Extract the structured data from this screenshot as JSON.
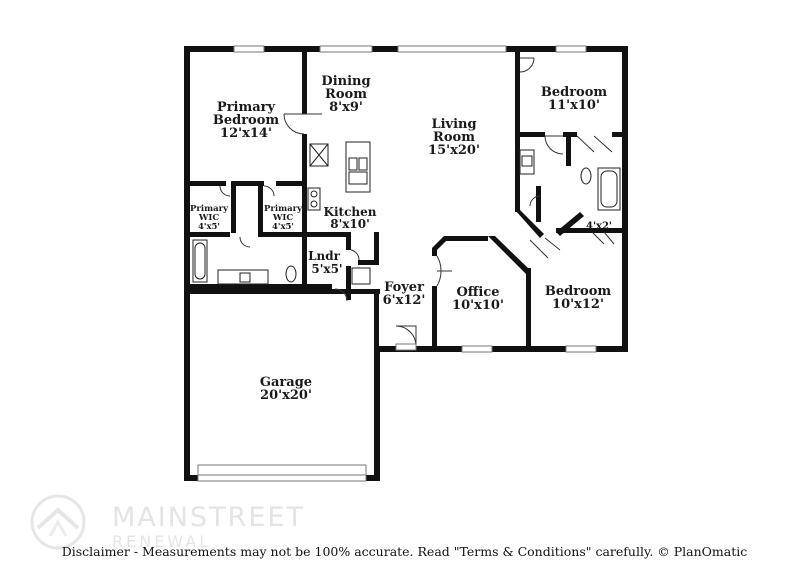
{
  "rooms": [
    {
      "id": "primary-bedroom",
      "name_lines": [
        "Primary",
        "Bedroom"
      ],
      "size": "12'x14'"
    },
    {
      "id": "dining-room",
      "name_lines": [
        "Dining",
        "Room"
      ],
      "size": "8'x9'"
    },
    {
      "id": "living-room",
      "name_lines": [
        "Living",
        "Room"
      ],
      "size": "15'x20'"
    },
    {
      "id": "bedroom-1",
      "name_lines": [
        "Bedroom"
      ],
      "size": "11'x10'"
    },
    {
      "id": "primary-wic-1",
      "name_lines": [
        "Primary",
        "WIC"
      ],
      "size": "4'x5'"
    },
    {
      "id": "primary-wic-2",
      "name_lines": [
        "Primary",
        "WIC"
      ],
      "size": "4'x5'"
    },
    {
      "id": "kitchen",
      "name_lines": [
        "Kitchen"
      ],
      "size": "8'x10'"
    },
    {
      "id": "closet",
      "name_lines": [],
      "size": "4'x2'"
    },
    {
      "id": "laundry",
      "name_lines": [
        "Lndr"
      ],
      "size": "5'x5'"
    },
    {
      "id": "foyer",
      "name_lines": [
        "Foyer"
      ],
      "size": "6'x12'"
    },
    {
      "id": "office",
      "name_lines": [
        "Office"
      ],
      "size": "10'x10'"
    },
    {
      "id": "bedroom-2",
      "name_lines": [
        "Bedroom"
      ],
      "size": "10'x12'"
    },
    {
      "id": "garage",
      "name_lines": [
        "Garage"
      ],
      "size": "20'x20'"
    }
  ],
  "branding": {
    "name": "MAINSTREET",
    "tagline": "RENEWAL"
  },
  "disclaimer": "Disclaimer - Measurements may not be 100% accurate. Read \"Terms & Conditions\" carefully. © PlanOmatic"
}
